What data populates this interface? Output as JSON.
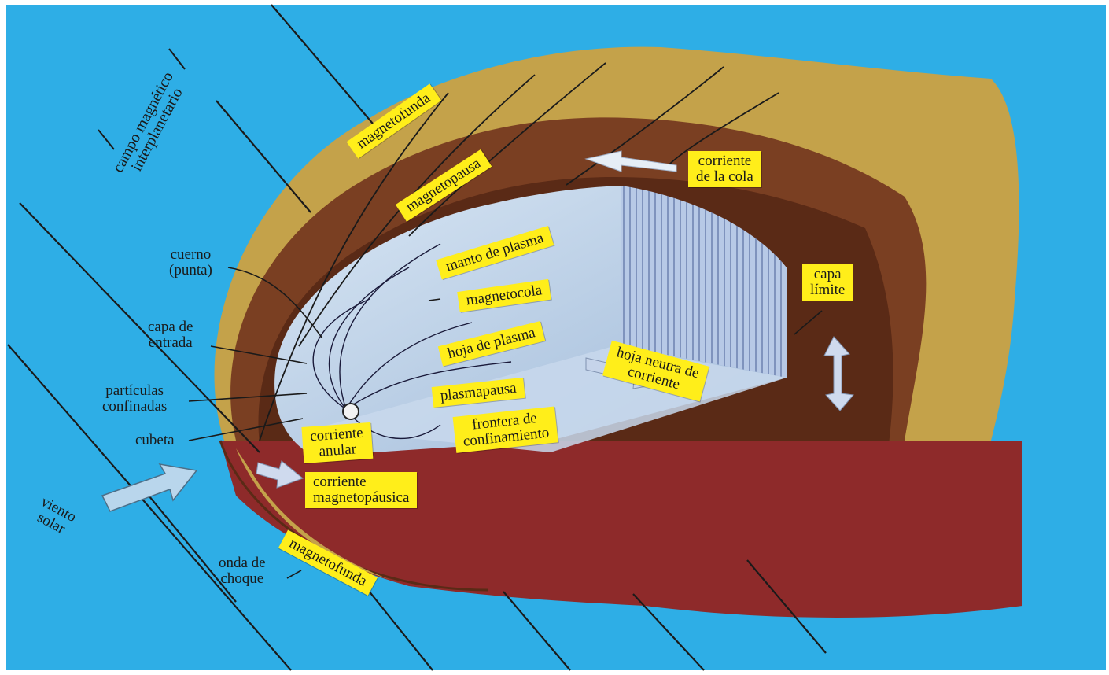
{
  "labels": {
    "campo_magnetico": "campo magnético\ninterplanetario",
    "cuerno": "cuerno\n(punta)",
    "capa_entrada": "capa de\nentrada",
    "particulas": "partículas\nconfinadas",
    "cubeta": "cubeta",
    "viento_solar": "viento\nsolar",
    "onda_choque": "onda de\nchoque",
    "magnetofunda_top": "magnetofunda",
    "magnetopausa": "magnetopausa",
    "corriente_cola": "corriente\nde la cola",
    "manto_plasma": "manto de plasma",
    "magnetocola": "magnetocola",
    "capa_limite": "capa\nlímite",
    "hoja_plasma": "hoja de plasma",
    "hoja_neutra": "hoja neutra de\ncorriente",
    "plasmapausa": "plasmapausa",
    "frontera": "frontera de\nconfinamiento",
    "corriente_anular": "corriente\nanular",
    "corriente_magnetopausica": "corriente\nmagnetopáusica",
    "magnetofunda_bottom": "magnetofunda"
  },
  "colors": {
    "background": "#2eaee6",
    "magnetosheath": "#c4a24a",
    "outer_brown": "#7a3f22",
    "inner_brown": "#5a2a16",
    "cutaway_red": "#8e2a2a",
    "plasma_blue": "#b4cde6",
    "label_yellow": "#ffee1a"
  }
}
